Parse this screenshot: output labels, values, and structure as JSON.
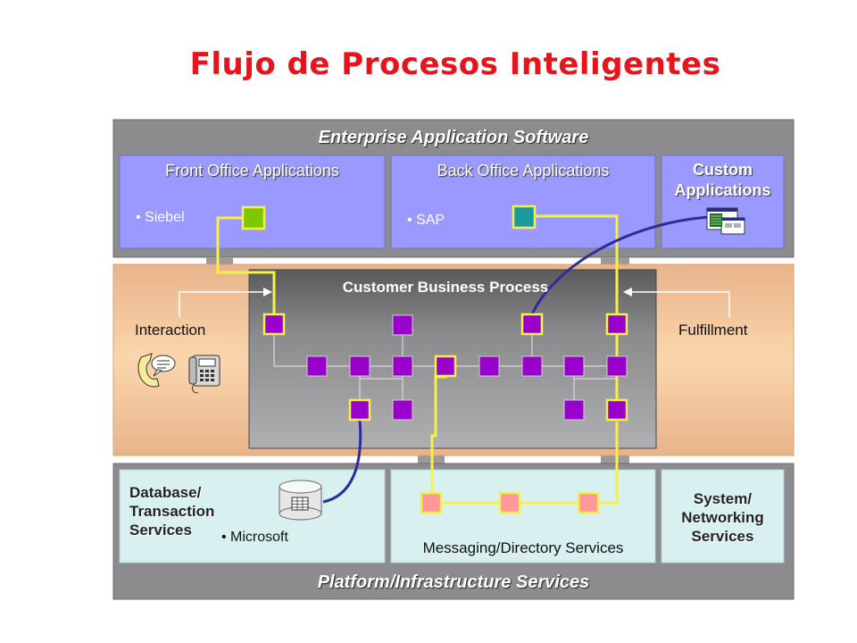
{
  "title": "Flujo de Procesos Inteligentes",
  "enterprise": {
    "header": "Enterprise Application Software",
    "front_office": {
      "title": "Front Office Applications",
      "bullet": "• Siebel"
    },
    "back_office": {
      "title": "Back Office Applications",
      "bullet": "• SAP"
    },
    "custom": {
      "line1": "Custom",
      "line2": "Applications"
    }
  },
  "middle": {
    "process_title": "Customer Business Process",
    "interaction": "Interaction",
    "fulfillment": "Fulfillment"
  },
  "platform": {
    "footer": "Platform/Infrastructure Services",
    "database": {
      "line1": "Database/",
      "line2": "Transaction",
      "line3": "Services",
      "bullet": "• Microsoft"
    },
    "messaging": "Messaging/Directory Services",
    "system": {
      "line1": "System/",
      "line2": "Networking",
      "line3": "Services"
    }
  },
  "colors": {
    "title": "#e8141b",
    "gray_frame": "#8c8c8e",
    "blue_box": "#9999ff",
    "tan_band": "#f5c99a",
    "process_panel": "#6e6e70",
    "node_purple": "#9900cc",
    "node_green": "#7ec800",
    "node_teal": "#1a9a9a",
    "node_pink": "#ff9999",
    "connector_yellow": "#f5f04a",
    "curve_blue": "#2c2c9a",
    "light_teal": "#d8f0f0"
  }
}
